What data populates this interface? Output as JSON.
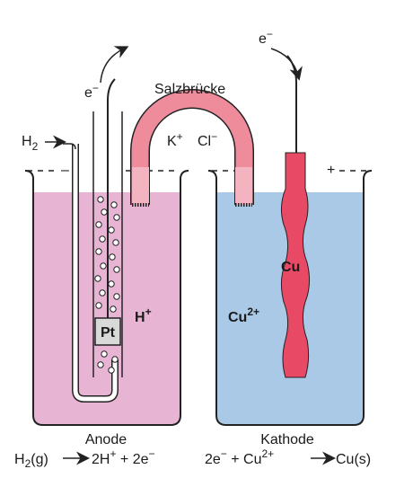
{
  "labels": {
    "electron_left": "e",
    "electron_left_sign": "−",
    "electron_right": "e",
    "electron_right_sign": "−",
    "salt_bridge": "Salzbrücke",
    "h2_inlet": "H",
    "h2_inlet_sub": "2",
    "bridge_ion_k": "K",
    "bridge_ion_k_sup": "+",
    "bridge_ion_cl": "Cl",
    "bridge_ion_cl_sup": "−",
    "platinum": "Pt",
    "proton": "H",
    "proton_sup": "+",
    "copper_ion": "Cu",
    "copper_ion_sup": "2+",
    "copper_electrode": "Cu",
    "anode_minus": "–",
    "cathode_plus": "+"
  },
  "anode": {
    "title": "Anode",
    "eq_a": "H",
    "eq_sub": "2",
    "eq_b": "(g)",
    "eq_c": "2H",
    "eq_c_sup": "+",
    "eq_d": " + 2e",
    "eq_d_sup": "−"
  },
  "cathode": {
    "title": "Kathode",
    "eq_a": "2e",
    "eq_a_sup": "−",
    "eq_b": " + Cu",
    "eq_b_sup": "2+",
    "eq_c": "Cu(s)"
  },
  "colors": {
    "anode_solution": "#e7b5d3",
    "cathode_solution": "#a9c9e7",
    "salt_bridge": "#ef8c9c",
    "salt_bridge_end": "#f3b3c1",
    "copper": "#e84a66",
    "outline": "#222222"
  }
}
